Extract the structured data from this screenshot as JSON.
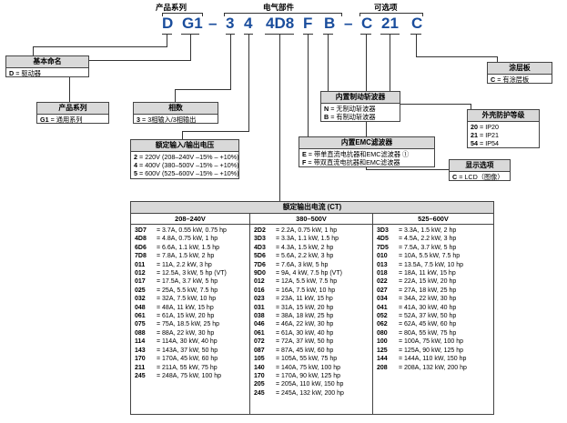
{
  "header": {
    "product_series": "产品系列",
    "electrical": "电气部件",
    "options": "可选项"
  },
  "codes": [
    "D",
    "G1",
    "–",
    "3",
    "4",
    "4D8",
    "F",
    "B",
    "–",
    "C",
    "21",
    "C"
  ],
  "basic_name": {
    "title": "基本命名",
    "rows": [
      {
        "k": "D",
        "v": " = 驱动器"
      }
    ]
  },
  "product_series": {
    "title": "产品系列",
    "rows": [
      {
        "k": "G1",
        "v": " = 通用系列"
      }
    ]
  },
  "phase": {
    "title": "相数",
    "rows": [
      {
        "k": "3",
        "v": " = 3相输入/3相输出"
      }
    ]
  },
  "rated_voltage": {
    "title": "额定输入/输出电压",
    "rows": [
      {
        "k": "2",
        "v": " = 220V (208–240V –15% – +10%)"
      },
      {
        "k": "4",
        "v": " = 400V (380–500V –15% – +10%)"
      },
      {
        "k": "5",
        "v": " = 600V (525–600V –15% – +10%)"
      }
    ]
  },
  "brake": {
    "title": "内置制动斩波器",
    "rows": [
      {
        "k": "N",
        "v": " = 无制动斩波器"
      },
      {
        "k": "B",
        "v": " = 有制动斩波器"
      }
    ]
  },
  "emc": {
    "title": "内置EMC滤波器",
    "rows": [
      {
        "k": "E",
        "v": " = 带单直流电抗器和EMC滤波器 ①"
      },
      {
        "k": "F",
        "v": " = 带双直流电抗器和EMC滤波器"
      }
    ]
  },
  "coating": {
    "title": "涂层板",
    "rows": [
      {
        "k": "C",
        "v": " = 有涂层板"
      }
    ]
  },
  "enclosure": {
    "title": "外壳防护等级",
    "rows": [
      {
        "k": "20",
        "v": " = IP20"
      },
      {
        "k": "21",
        "v": " = IP21"
      },
      {
        "k": "54",
        "v": " = IP54"
      }
    ]
  },
  "display": {
    "title": "显示选项",
    "rows": [
      {
        "k": "C",
        "v": " = LCD（图像）"
      }
    ]
  },
  "rated_current": {
    "title": "额定输出电流 (CT)",
    "columns": [
      {
        "header": "208–240V",
        "rows": [
          {
            "k": "3D7",
            "v": "= 3.7A, 0.55 kW, 0.75 hp"
          },
          {
            "k": "4D8",
            "v": "= 4.8A, 0.75 kW, 1 hp"
          },
          {
            "k": "6D6",
            "v": "= 6.6A, 1.1 kW, 1.5 hp"
          },
          {
            "k": "7D8",
            "v": "= 7.8A, 1.5 kW, 2 hp"
          },
          {
            "k": "011",
            "v": "= 11A, 2.2 kW, 3 hp"
          },
          {
            "k": "012",
            "v": "= 12.5A, 3 kW, 5 hp (VT)"
          },
          {
            "k": "017",
            "v": "= 17.5A, 3.7 kW, 5 hp"
          },
          {
            "k": "025",
            "v": "= 25A, 5.5 kW, 7.5 hp"
          },
          {
            "k": "032",
            "v": "= 32A, 7.5 kW, 10 hp"
          },
          {
            "k": "048",
            "v": "= 48A, 11 kW, 15 hp"
          },
          {
            "k": "061",
            "v": "= 61A, 15 kW, 20 hp"
          },
          {
            "k": "075",
            "v": "= 75A, 18.5 kW, 25 hp"
          },
          {
            "k": "088",
            "v": "= 88A, 22 kW, 30 hp"
          },
          {
            "k": "114",
            "v": "= 114A, 30 kW, 40 hp"
          },
          {
            "k": "143",
            "v": "= 143A, 37 kW, 50 hp"
          },
          {
            "k": "170",
            "v": "= 170A, 45 kW, 60 hp"
          },
          {
            "k": "211",
            "v": "= 211A, 55 kW, 75 hp"
          },
          {
            "k": "245",
            "v": "= 248A, 75 kW, 100 hp"
          }
        ]
      },
      {
        "header": "380–500V",
        "rows": [
          {
            "k": "2D2",
            "v": "= 2.2A, 0.75 kW, 1 hp"
          },
          {
            "k": "3D3",
            "v": "= 3.3A, 1.1 kW, 1.5 hp"
          },
          {
            "k": "4D3",
            "v": "= 4.3A, 1.5 kW, 2 hp"
          },
          {
            "k": "5D6",
            "v": "= 5.6A, 2.2 kW, 3 hp"
          },
          {
            "k": "7D6",
            "v": "= 7.6A, 3 kW, 5 hp"
          },
          {
            "k": "9D0",
            "v": "= 9A, 4 kW, 7.5 hp (VT)"
          },
          {
            "k": "012",
            "v": "= 12A, 5.5 kW, 7.5 hp"
          },
          {
            "k": "016",
            "v": "= 16A, 7.5 kW, 10 hp"
          },
          {
            "k": "023",
            "v": "= 23A, 11 kW, 15 hp"
          },
          {
            "k": "031",
            "v": "= 31A, 15 kW, 20 hp"
          },
          {
            "k": "038",
            "v": "= 38A, 18 kW, 25 hp"
          },
          {
            "k": "046",
            "v": "= 46A, 22 kW, 30 hp"
          },
          {
            "k": "061",
            "v": "= 61A, 30 kW, 40 hp"
          },
          {
            "k": "072",
            "v": "= 72A, 37 kW, 50 hp"
          },
          {
            "k": "087",
            "v": "= 87A, 45 kW, 60 hp"
          },
          {
            "k": "105",
            "v": "= 105A, 55 kW, 75 hp"
          },
          {
            "k": "140",
            "v": "= 140A, 75 kW, 100 hp"
          },
          {
            "k": "170",
            "v": "= 170A, 90 kW, 125 hp"
          },
          {
            "k": "205",
            "v": "= 205A, 110 kW, 150 hp"
          },
          {
            "k": "245",
            "v": "= 245A, 132 kW, 200 hp"
          }
        ]
      },
      {
        "header": "525–600V",
        "rows": [
          {
            "k": "3D3",
            "v": "= 3.3A, 1.5 kW, 2 hp"
          },
          {
            "k": "4D5",
            "v": "= 4.5A, 2.2 kW, 3 hp"
          },
          {
            "k": "7D5",
            "v": "= 7.5A, 3.7 kW, 5 hp"
          },
          {
            "k": "010",
            "v": "= 10A, 5.5 kW, 7.5 hp"
          },
          {
            "k": "013",
            "v": "= 13.5A, 7.5 kW, 10 hp"
          },
          {
            "k": "018",
            "v": "= 18A, 11 kW, 15 hp"
          },
          {
            "k": "022",
            "v": "= 22A, 15 kW, 20 hp"
          },
          {
            "k": "027",
            "v": "= 27A, 18 kW, 25 hp"
          },
          {
            "k": "034",
            "v": "= 34A, 22 kW, 30 hp"
          },
          {
            "k": "041",
            "v": "= 41A, 30 kW, 40 hp"
          },
          {
            "k": "052",
            "v": "= 52A, 37 kW, 50 hp"
          },
          {
            "k": "062",
            "v": "= 62A, 45 kW, 60 hp"
          },
          {
            "k": "080",
            "v": "= 80A, 55 kW, 75 hp"
          },
          {
            "k": "100",
            "v": "= 100A, 75 kW, 100 hp"
          },
          {
            "k": "125",
            "v": "= 125A, 90 kW, 125 hp"
          },
          {
            "k": "144",
            "v": "= 144A, 110 kW, 150 hp"
          },
          {
            "k": "208",
            "v": "= 208A, 132 kW, 200 hp"
          }
        ]
      }
    ]
  }
}
